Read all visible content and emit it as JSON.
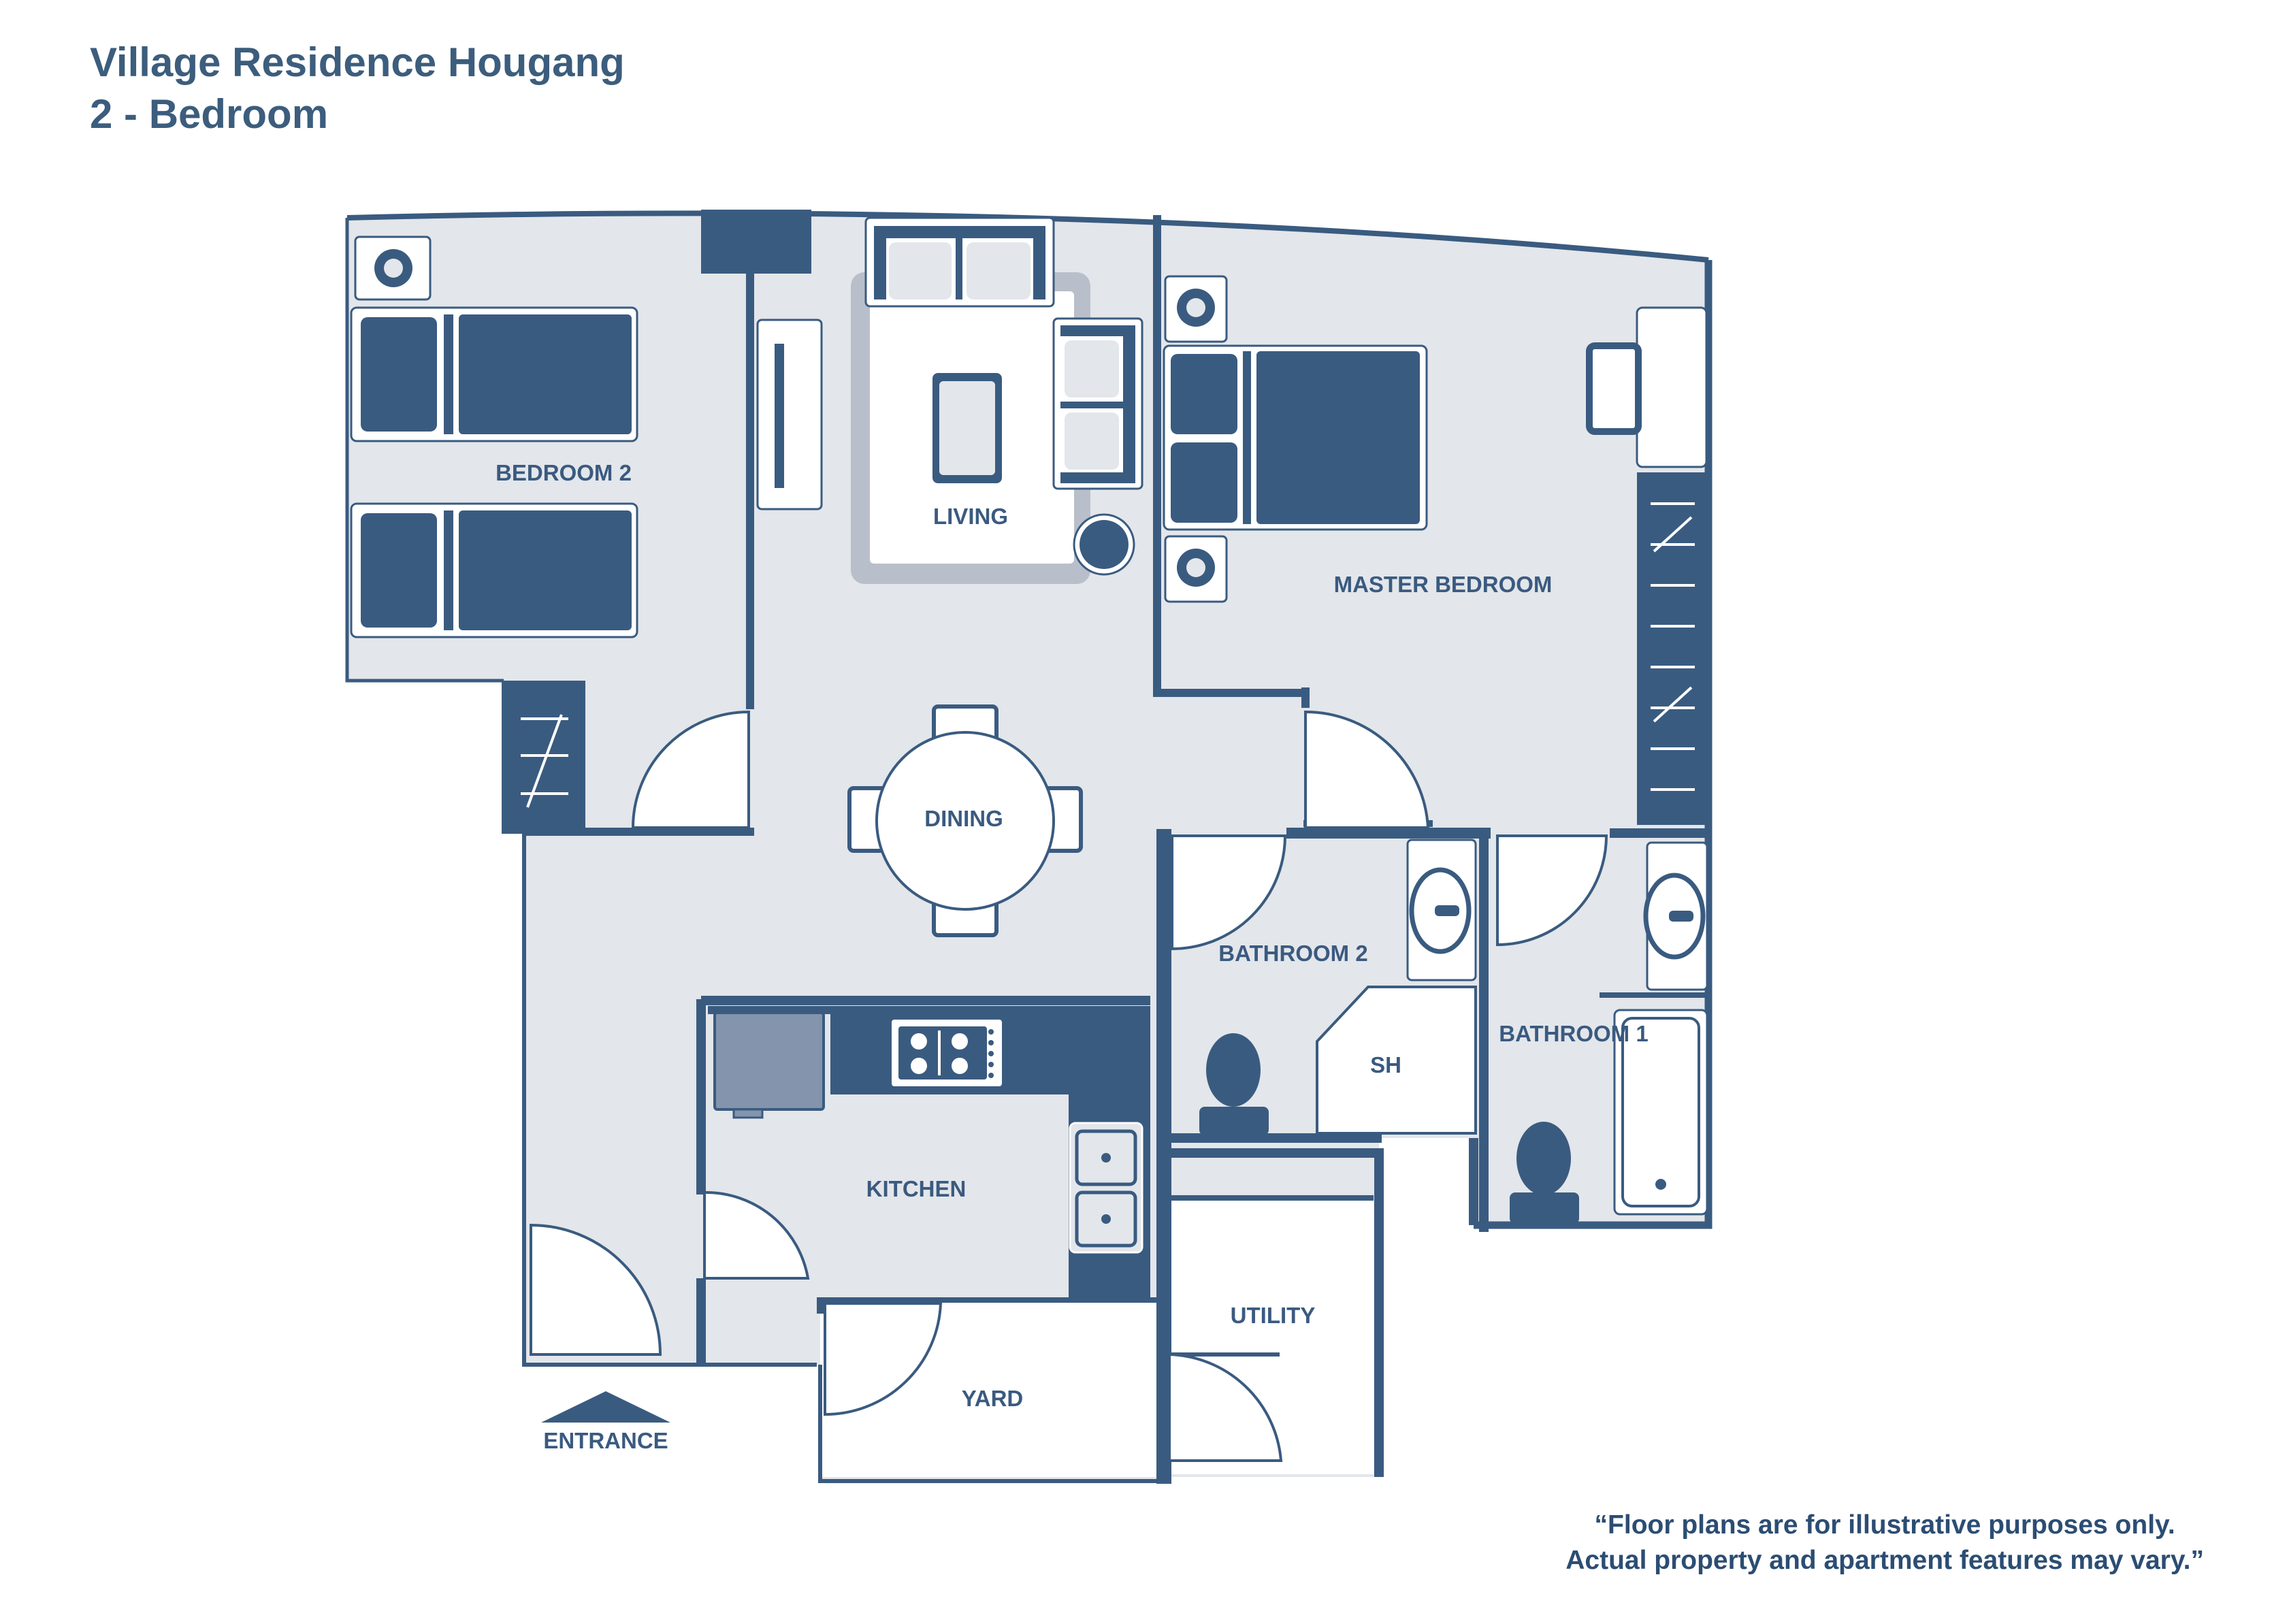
{
  "header": {
    "title": "Village Residence Hougang",
    "subtitle": "2 - Bedroom"
  },
  "rooms": {
    "bedroom2": "BEDROOM 2",
    "living": "LIVING",
    "master": "MASTER BEDROOM",
    "dining": "DINING",
    "bathroom2": "BATHROOM 2",
    "shower": "SH",
    "bathroom1": "BATHROOM 1",
    "kitchen": "KITCHEN",
    "utility": "UTILITY",
    "yard": "YARD",
    "entrance": "ENTRANCE"
  },
  "disclaimer": {
    "line1": "“Floor plans are for illustrative purposes only.",
    "line2": "Actual property and apartment features may vary.”"
  },
  "colors": {
    "wall": "#3a5b80",
    "floor": "#e3e6ea",
    "furniture": "#3a5b80",
    "rug": "#b9bfca",
    "white": "#ffffff",
    "text": "#3c5d7d"
  }
}
